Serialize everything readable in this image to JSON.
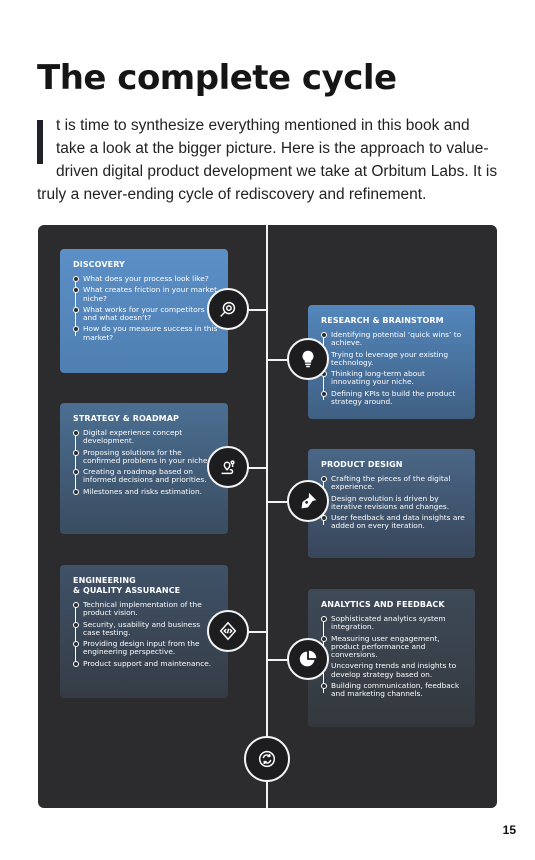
{
  "page": {
    "title": "The complete cycle",
    "intro": "t is time to synthesize everything mentioned in this book and take a look at the bigger picture. Here is the approach to value-driven digital product development we take at Orbitum Labs. It is truly a never-ending cycle of rediscovery and refinement.",
    "page_number": "15"
  },
  "colors": {
    "panel": "#2c2c2e",
    "card_blue_top": "#5b8fc6",
    "card_dark_bottom": "#34383e",
    "line": "#f2f2f2"
  },
  "stages": [
    {
      "title": "DISCOVERY",
      "icon": "magnifier-target-icon",
      "items": [
        "What does your process look like?",
        "What creates friction in your market niche?",
        "What works for your competitors and what doesn’t?",
        "How do you measure success in this market?"
      ]
    },
    {
      "title": "RESEARCH & BRAINSTORM",
      "icon": "lightbulb-icon",
      "items": [
        "Identifying potential ‘quick wins’ to achieve.",
        "Trying to leverage your existing technology.",
        "Thinking long-term about innovating your niche.",
        "Defining KPIs to build the product strategy around."
      ]
    },
    {
      "title": "STRATEGY & ROADMAP",
      "icon": "roadmap-pin-icon",
      "items": [
        "Digital experience concept development.",
        "Proposing solutions for the confirmed problems in your niche.",
        "Creating a roadmap based on informed decisions and priorities.",
        "Milestones and risks estimation."
      ]
    },
    {
      "title": "PRODUCT DESIGN",
      "icon": "pen-nib-icon",
      "items": [
        "Crafting the pieces of the digital experience.",
        "Design evolution is driven by iterative revisions and changes.",
        "User feedback and data insights are added on every iteration."
      ]
    },
    {
      "title": "ENGINEERING\n& QUALITY ASSURANCE",
      "icon": "code-icon",
      "items": [
        "Technical implementation of the product vision.",
        "Security, usability and business case testing.",
        "Providing design input from the engineering perspective.",
        "Product support and maintenance."
      ]
    },
    {
      "title": "ANALYTICS AND FEEDBACK",
      "icon": "pie-chart-icon",
      "items": [
        "Sophisticated analytics system integration.",
        "Measuring user engagement, product performance and conversions.",
        "Uncovering trends and insights to develop strategy based on.",
        "Building communication, feedback and marketing channels."
      ]
    }
  ],
  "cycle_icon": "refresh-cycle-icon"
}
